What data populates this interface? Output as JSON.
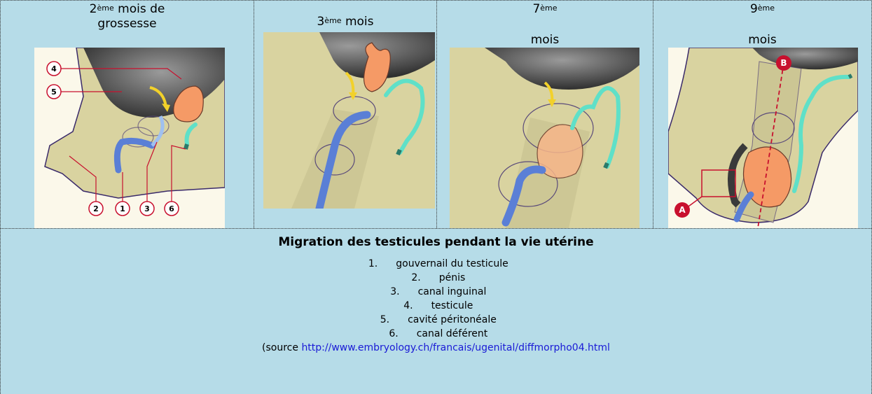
{
  "panels": [
    {
      "num": "2",
      "sup": "ème",
      "rest": " mois de",
      "line2": "grossesse"
    },
    {
      "num": "3",
      "sup": "ème",
      "rest": " mois",
      "line2": ""
    },
    {
      "num": "7",
      "sup": "ème",
      "rest": "",
      "line2": "mois"
    },
    {
      "num": "9",
      "sup": "ème",
      "rest": "",
      "line2": "mois"
    }
  ],
  "callouts": [
    "1",
    "2",
    "3",
    "4",
    "5",
    "6",
    "A",
    "B"
  ],
  "caption": {
    "title": "Migration des testicules pendant la vie utérine",
    "items": [
      {
        "num": "1.",
        "label": "gouvernail du testicule"
      },
      {
        "num": "2.",
        "label": "pénis"
      },
      {
        "num": "3.",
        "label": "canal inguinal"
      },
      {
        "num": "4.",
        "label": "testicule"
      },
      {
        "num": "5.",
        "label": "cavité péritonéale"
      },
      {
        "num": "6.",
        "label": "canal déférent"
      }
    ],
    "source_prefix": "(source ",
    "source_link": "http://www.embryology.ch/francais/ugenital/diffmorpho04.html"
  },
  "colors": {
    "table_bg": "#b6dce8",
    "tissue": "#d9d3a0",
    "cavity": "#4a4a4a",
    "testis": "#f59a66",
    "gubernaculum": "#5a7fd6",
    "vas_deferens": "#5fe0c8",
    "callout": "#c8102e"
  }
}
